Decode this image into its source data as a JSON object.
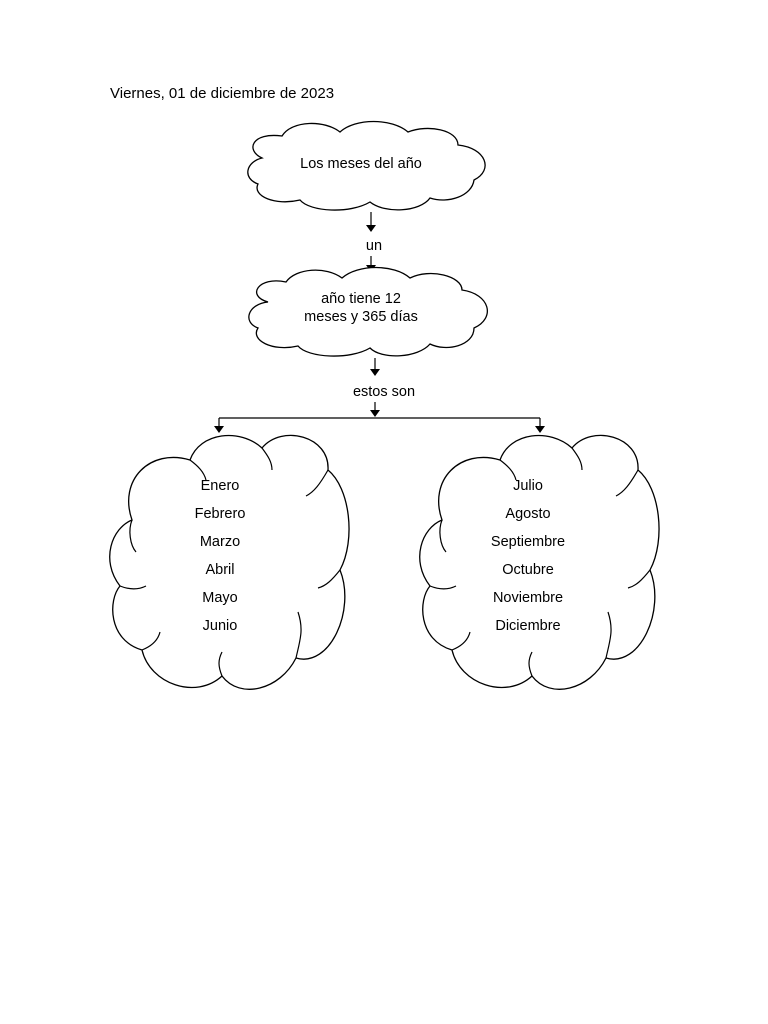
{
  "date": "Viernes, 01 de diciembre de 2023",
  "nodes": {
    "title": "Los meses del año",
    "connector1": "un",
    "middle_line1": "año tiene 12",
    "middle_line2": "meses y 365 días",
    "connector2": "estos son",
    "left_months": [
      "Enero",
      "Febrero",
      "Marzo",
      "Abril",
      "Mayo",
      "Junio"
    ],
    "right_months": [
      "Julio",
      "Agosto",
      "Septiembre",
      "Octubre",
      "Noviembre",
      "Diciembre"
    ]
  }
}
